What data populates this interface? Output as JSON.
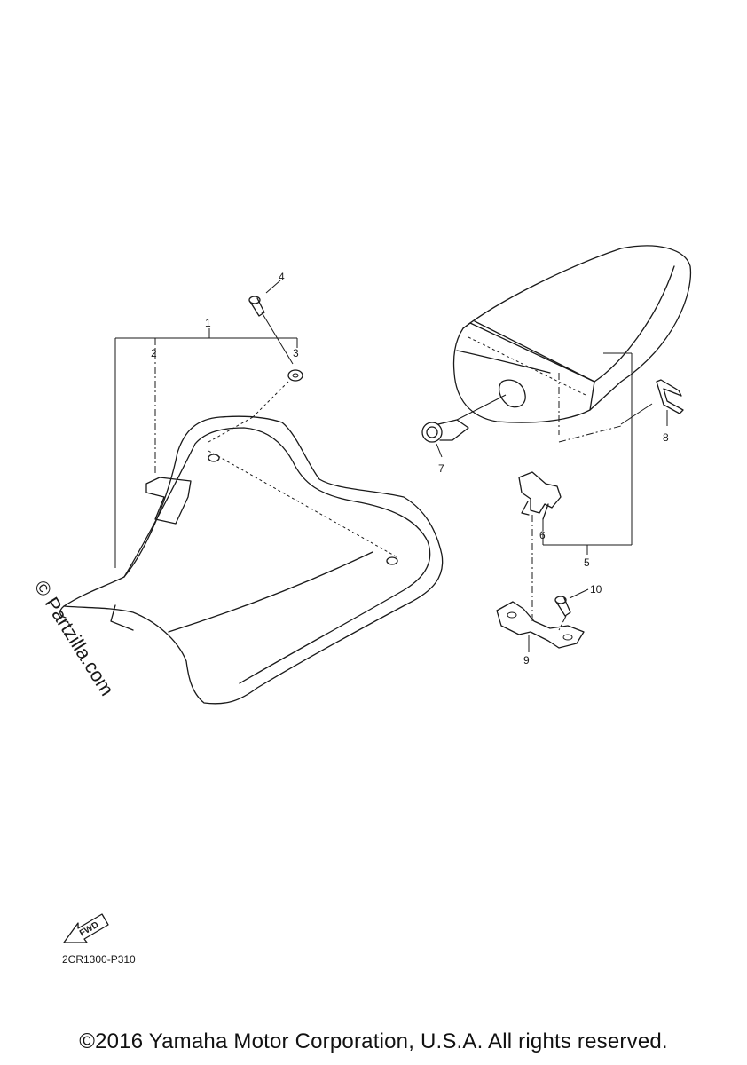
{
  "callouts": {
    "c1": "1",
    "c2": "2",
    "c3": "3",
    "c4": "4",
    "c5": "5",
    "c6": "6",
    "c7": "7",
    "c8": "8",
    "c9": "9",
    "c10": "10"
  },
  "fwd_label": "FWD",
  "diagram_code": "2CR1300-P310",
  "watermark": "© Partzilla.com",
  "copyright": "©2016 Yamaha Motor Corporation, U.S.A. All rights reserved."
}
